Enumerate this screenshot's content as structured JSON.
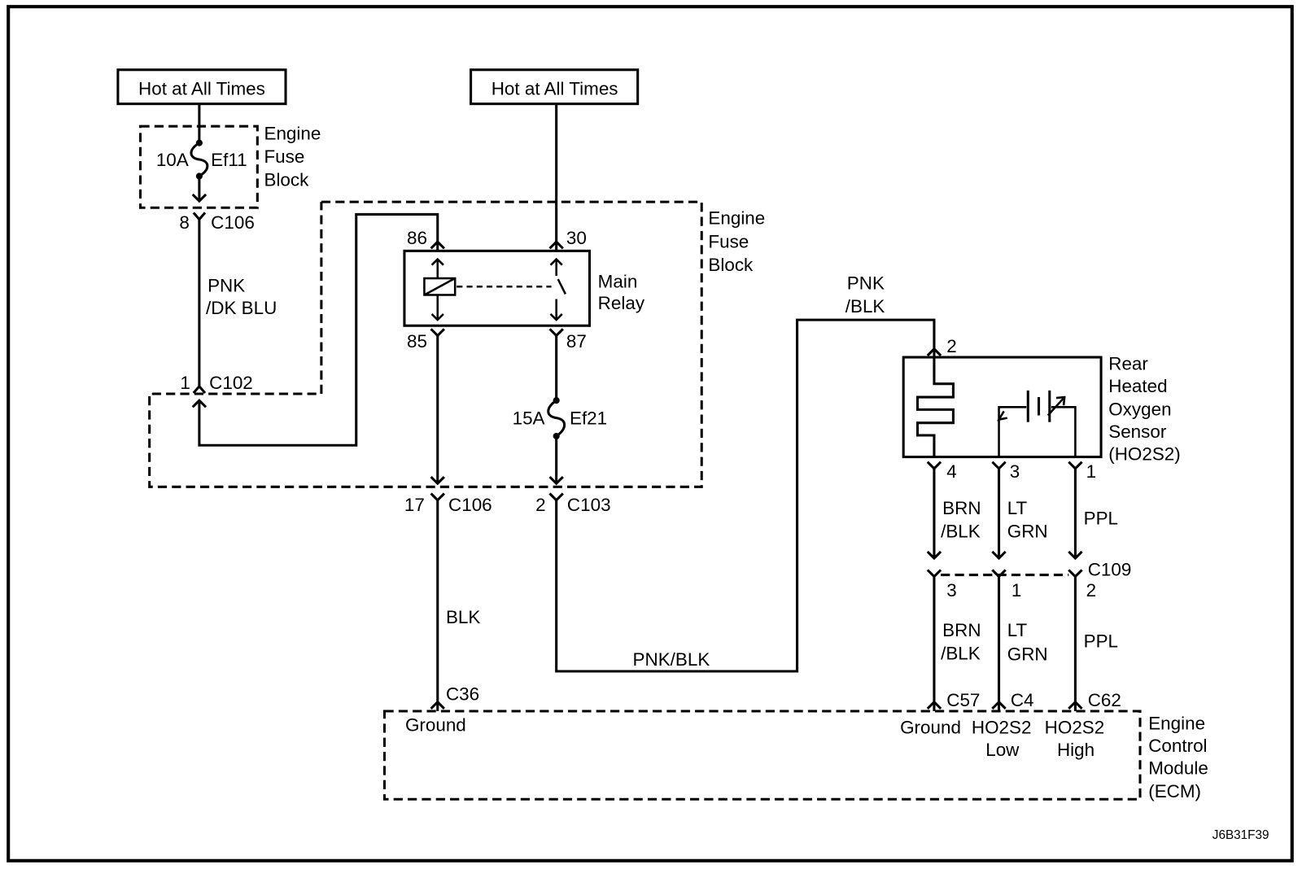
{
  "colors": {
    "ink": "#000000",
    "background": "#ffffff"
  },
  "power_sources": {
    "left_label": "Hot at All Times",
    "center_label": "Hot at All Times"
  },
  "engine_fuse_block_small": {
    "label": [
      "Engine",
      "Fuse",
      "Block"
    ],
    "fuse": {
      "rating": "10A",
      "id": "Ef11"
    },
    "connector": {
      "pin": "8",
      "id": "C106"
    }
  },
  "wire_pnk_dk_blu": {
    "line1": "PNK",
    "line2": "/DK BLU"
  },
  "connector_c102": {
    "pin": "1",
    "id": "C102"
  },
  "engine_fuse_block_main": {
    "label": [
      "Engine",
      "Fuse",
      "Block"
    ],
    "fuse": {
      "rating": "15A",
      "id": "Ef21"
    },
    "connector_ground": {
      "pin": "17",
      "id": "C106"
    },
    "connector_out": {
      "pin": "2",
      "id": "C103"
    }
  },
  "main_relay": {
    "label": [
      "Main",
      "Relay"
    ],
    "pins": [
      "86",
      "30",
      "85",
      "87"
    ]
  },
  "wire_blk": "BLK",
  "wire_pnk_blk_lower": "PNK/BLK",
  "wire_pnk_blk_upper": {
    "line1": "PNK",
    "line2": "/BLK"
  },
  "sensor": {
    "label": [
      "Rear",
      "Heated",
      "Oxygen",
      "Sensor",
      "(HO2S2)"
    ],
    "input_pin": "2",
    "output_pins": [
      "4",
      "3",
      "1"
    ]
  },
  "sensor_wires": [
    {
      "line1": "BRN",
      "line2": "/BLK"
    },
    {
      "line1": "LT",
      "line2": "GRN"
    },
    {
      "line1": "PPL"
    }
  ],
  "connector_c109": {
    "id": "C109",
    "pins": [
      "3",
      "1",
      "2"
    ]
  },
  "ecm_wires": [
    {
      "line1": "BRN",
      "line2": "/BLK"
    },
    {
      "line1": "LT",
      "line2": "GRN"
    },
    {
      "line1": "PPL"
    }
  ],
  "ecm": {
    "label": [
      "Engine",
      "Control",
      "Module",
      "(ECM)"
    ],
    "terminals": [
      {
        "id": "C36",
        "name": "Ground"
      },
      {
        "id": "C57",
        "name": "Ground"
      },
      {
        "id": "C4",
        "name": "HO2S2",
        "sub": "Low"
      },
      {
        "id": "C62",
        "name": "HO2S2",
        "sub": "High"
      }
    ]
  },
  "figure_id": "J6B31F39"
}
